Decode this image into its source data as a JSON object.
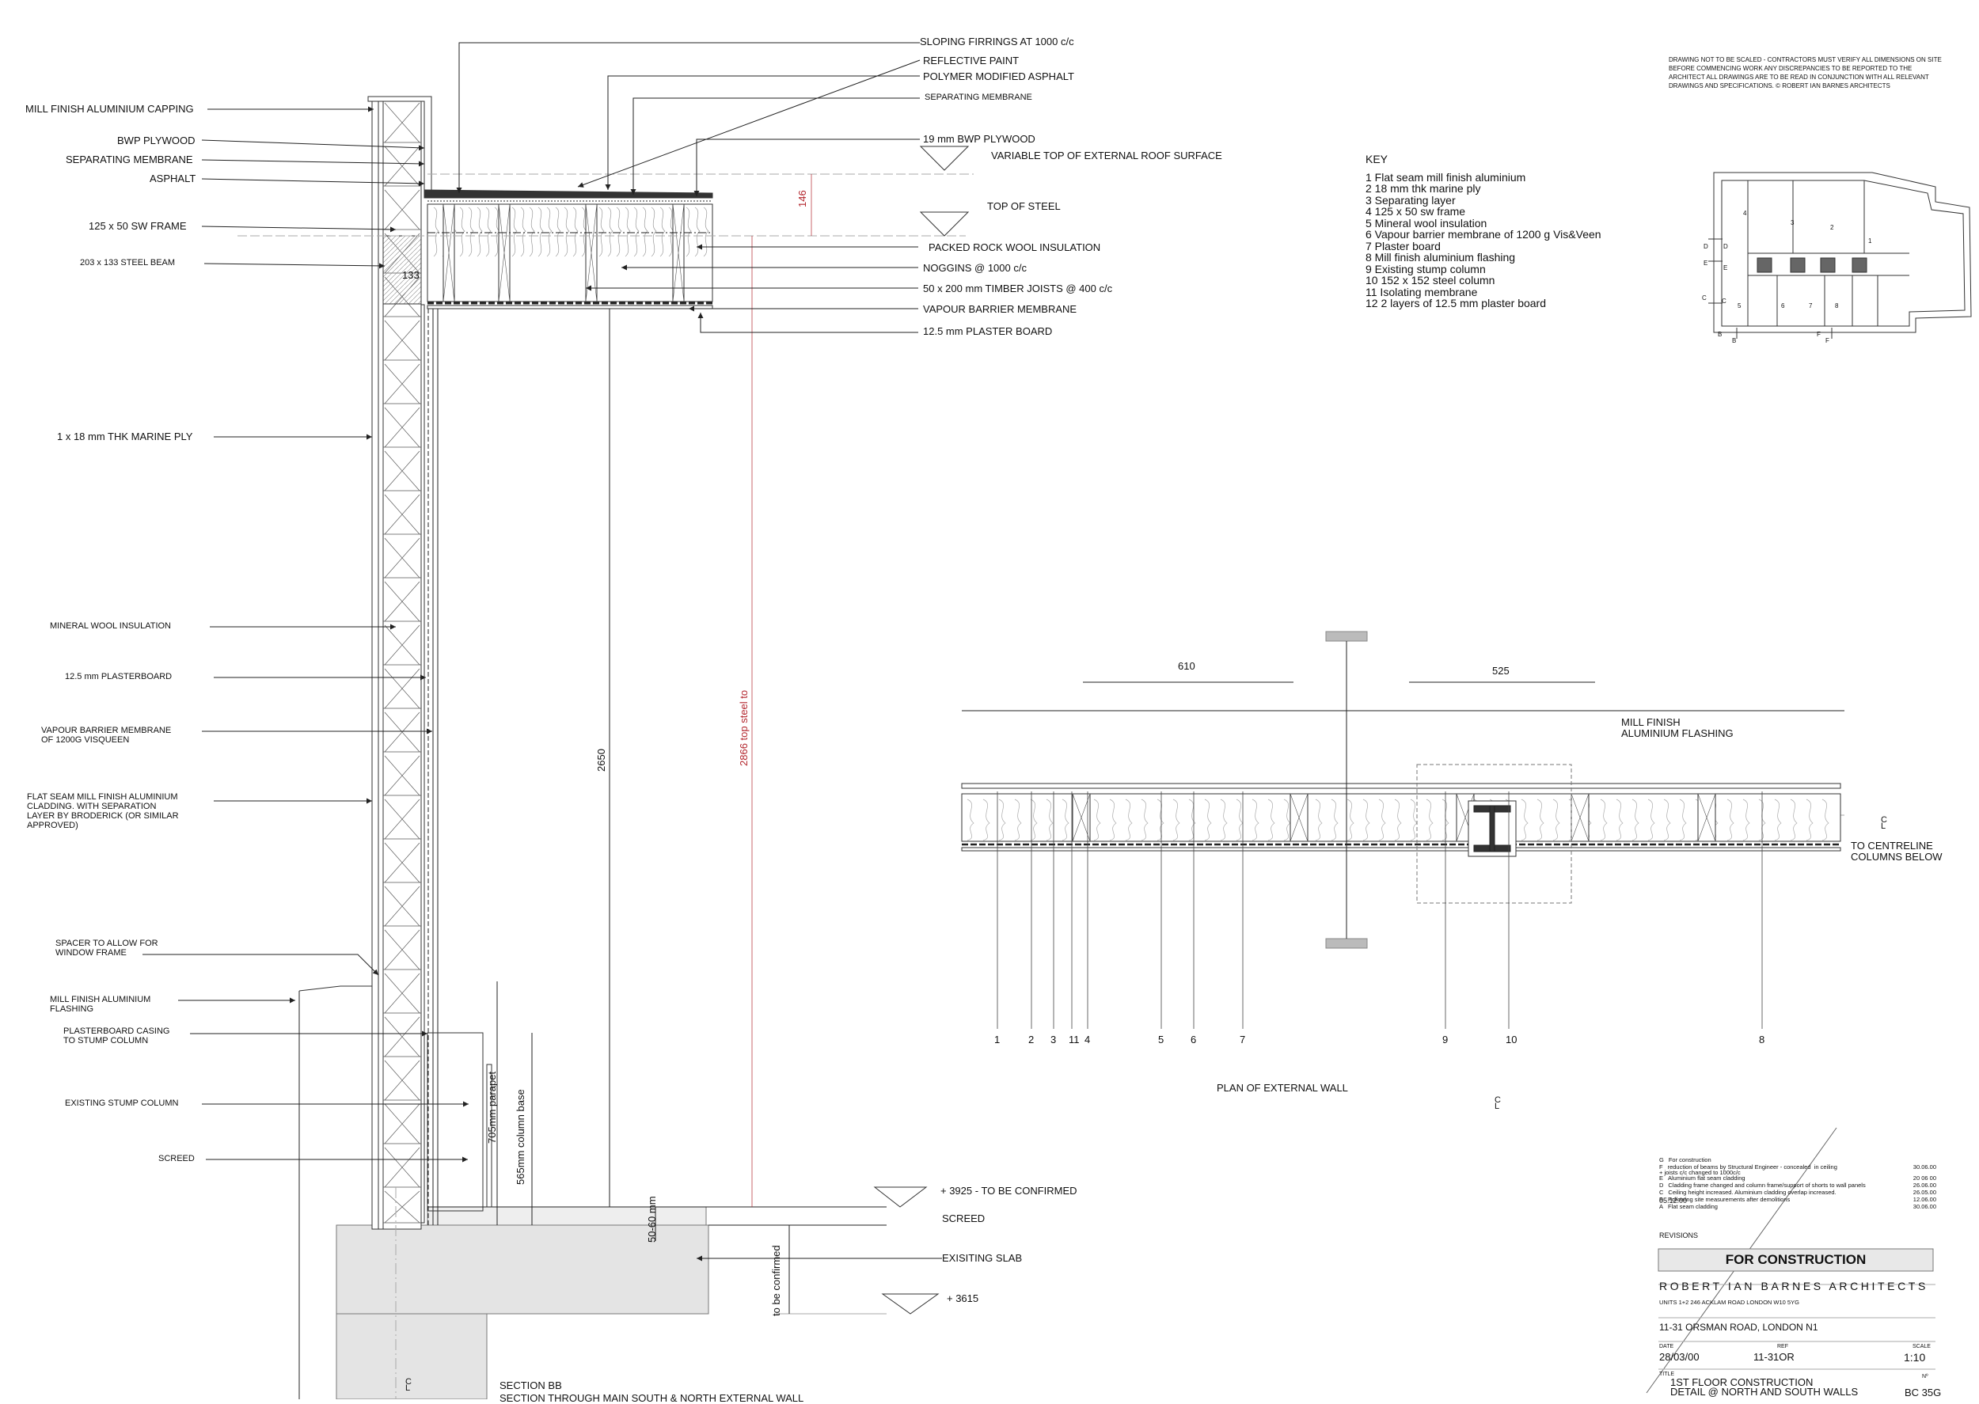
{
  "note": "DRAWING NOT TO BE SCALED - CONTRACTORS MUST VERIFY ALL DIMENSIONS ON SITE BEFORE COMMENCING WORK ANY DISCREPANCIES TO BE REPORTED TO THE ARCHITECT ALL DRAWINGS ARE TO BE READ IN CONJUNCTION WITH ALL RELEVANT DRAWINGS AND SPECIFICATIONS. © ROBERT IAN BARNES ARCHITECTS",
  "section": {
    "left_labels": {
      "capping": "MILL FINISH ALUMINIUM CAPPING",
      "bwp": "BWP PLYWOOD",
      "sep": "SEPARATING MEMBRANE",
      "asphalt": "ASPHALT",
      "frame": "125 x 50 SW FRAME",
      "beam": "203 x 133 STEEL BEAM",
      "ply": "1 x 18 mm THK MARINE PLY",
      "mineral": "MINERAL WOOL INSULATION",
      "plaster": "12.5 mm  PLASTERBOARD",
      "vapour": "VAPOUR BARRIER MEMBRANE\nOF 1200G VISQUEEN",
      "cladding": "FLAT SEAM MILL FINISH ALUMINIUM\nCLADDING. WITH SEPARATION\nLAYER BY BRODERICK (OR SIMILAR\nAPPROVED)",
      "spacer": "SPACER TO ALLOW FOR\nWINDOW FRAME",
      "flashing": "MILL FINISH ALUMINIUM\nFLASHING",
      "casing": "PLASTERBOARD CASING\nTO STUMP COLUMN",
      "stump": "EXISTING STUMP COLUMN",
      "screed": "SCREED"
    },
    "right_labels": {
      "firrings": "SLOPING FIRRINGS AT 1000 c/c",
      "paint": "REFLECTIVE  PAINT",
      "polymer": "POLYMER MODIFIED ASPHALT",
      "sepmem": "SEPARATING MEMBRANE",
      "ply19": "19 mm BWP PLYWOOD",
      "variable": "VARIABLE TOP OF EXTERNAL ROOF SURFACE",
      "topsteel": "TOP OF STEEL",
      "rockwool": "PACKED ROCK WOOL INSULATION",
      "noggins": "NOGGINS @ 1000 c/c",
      "joists": "50 x 200 mm  TIMBER JOISTS @ 400 c/c",
      "vbm": "VAPOUR BARRIER MEMBRANE",
      "pb": "12.5 mm PLASTER BOARD",
      "level1": "+ 3925 - TO BE CONFIRMED",
      "screed": "SCREED",
      "slab": "EXISITING SLAB",
      "level2": "+ 3615"
    },
    "dims": {
      "d133": "133",
      "d146": "146",
      "d2650": "2650",
      "d2866": "2866  top steel to",
      "d705": "705mm parapet",
      "d565": "565mm column base",
      "d5060": "50-60 mm",
      "dtbc": "to be confirmed"
    },
    "centreline": "C\nL",
    "title": "SECTION BB",
    "subtitle": "SECTION THROUGH MAIN SOUTH & NORTH EXTERNAL WALL"
  },
  "key": {
    "heading": "KEY",
    "items": [
      "1  Flat seam mill finish aluminium",
      "2  18 mm thk marine ply",
      "3  Separating layer",
      "4  125 x 50 sw frame",
      "5  Mineral wool insulation",
      "6  Vapour barrier membrane of 1200 g Vis&Veen",
      "7  Plaster board",
      "8  Mill finish aluminium flashing",
      "9  Existing stump column",
      "10 152 x 152 steel column",
      "11 Isolating membrane",
      "12 2 layers of 12.5 mm plaster board"
    ]
  },
  "keyplan": {
    "room_numbers": [
      "4",
      "3",
      "2",
      "1",
      "5",
      "6",
      "7",
      "8"
    ],
    "markers": [
      "D",
      "D",
      "E",
      "E",
      "C",
      "C",
      "B",
      "B",
      "F",
      "F"
    ]
  },
  "plan": {
    "dim1": "610",
    "dim2": "525",
    "flashing": "MILL FINISH\nALUMINIUM FLASHING",
    "centreline_note": "TO CENTRELINE\nCOLUMNS BELOW",
    "cl": "C\nL",
    "numbers": [
      "1",
      "2",
      "3",
      "11",
      "4",
      "5",
      "6",
      "7",
      "9",
      "10",
      "8"
    ],
    "title": "PLAN OF EXTERNAL WALL"
  },
  "titleblock": {
    "revisions": [
      {
        "rev": "G",
        "text": "For construction",
        "date": ""
      },
      {
        "rev": "F",
        "text": "reduction of beams by Structural Engineer - concealed  in ceiling\n+ joists c/c changed to 1000c/c",
        "date": "30.06.00"
      },
      {
        "rev": "E",
        "text": "Aluminium flat seam cladding",
        "date": "20 06 00"
      },
      {
        "rev": "D",
        "text": "Cladding frame changed and column frame/support of shorts to wall panels",
        "date": "26.06.00"
      },
      {
        "rev": "C",
        "text": "Ceiling height increased. Aluminium cladding overlap increased.",
        "date": "26.05.00"
      },
      {
        "rev": "B",
        "text": "Following site measurements after demolitions",
        "date": "12.06.00"
      },
      {
        "rev": "A",
        "text": "Flat seam cladding",
        "date": "30.06.00"
      }
    ],
    "revisions_label": "REVISIONS",
    "date_extra": "05.12.00",
    "status": "FOR CONSTRUCTION",
    "firm": "ROBERT IAN BARNES ARCHITECTS",
    "address": "UNITS 1+2 246 ACKLAM ROAD LONDON W10 5YG",
    "project": "11-31 ORSMAN ROAD, LONDON N1",
    "date_label": "DATE",
    "date": "28/03/00",
    "ref_label": "REF",
    "ref": "11-31OR",
    "scale_label": "SCALE",
    "scale": "1:10",
    "title_label": "TITLE",
    "no_label": "Nº",
    "title": "1ST FLOOR CONSTRUCTION\nDETAIL @ NORTH AND SOUTH WALLS",
    "number": "BC 35G"
  }
}
